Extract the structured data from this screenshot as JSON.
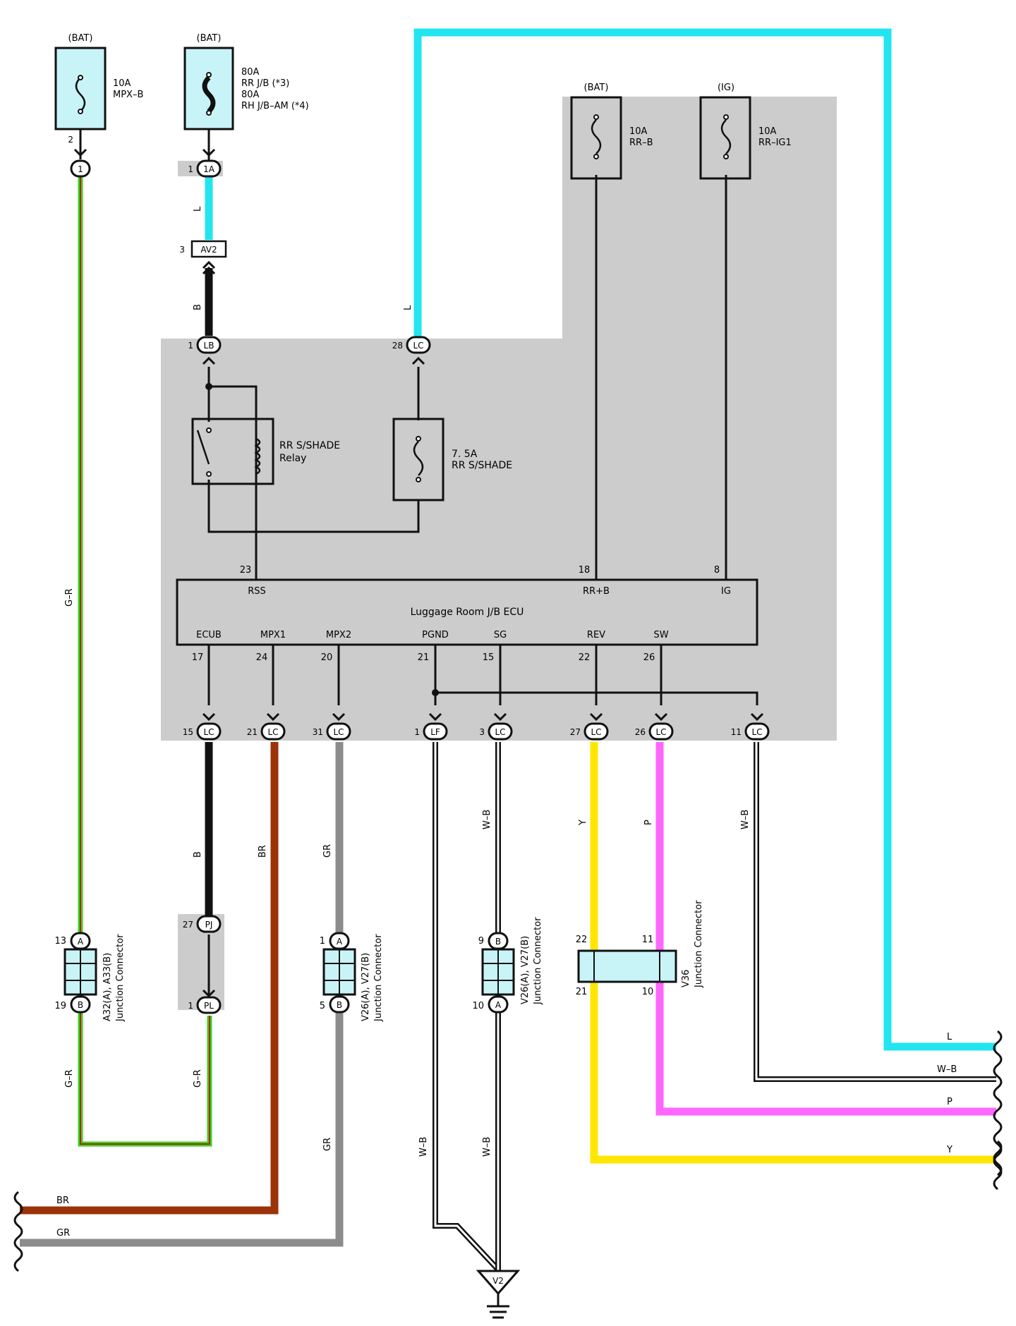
{
  "fuses": [
    {
      "id": "fuse-mpx-b",
      "source": "(BAT)",
      "lines": [
        "10A",
        "MPX–B"
      ],
      "pin": "2"
    },
    {
      "id": "fuse-rr-jb",
      "source": "(BAT)",
      "lines": [
        "80A",
        "RR J/B (*3)",
        "80A",
        "RH J/B–AM (*4)"
      ]
    },
    {
      "id": "fuse-rr-b",
      "source": "(BAT)",
      "lines": [
        "10A",
        "RR–B"
      ]
    },
    {
      "id": "fuse-rr-ig1",
      "source": "(IG)",
      "lines": [
        "10A",
        "RR–IG1"
      ]
    },
    {
      "id": "fuse-rr-sshade",
      "lines": [
        "7. 5A",
        "RR S/SHADE"
      ]
    }
  ],
  "relay": {
    "lines": [
      "RR S/SHADE",
      "Relay"
    ]
  },
  "ecu": {
    "name": "Luggage Room J/B ECU",
    "top_terminals": [
      {
        "pin": "23",
        "name": "RSS"
      },
      {
        "pin": "18",
        "name": "RR+B"
      },
      {
        "pin": "8",
        "name": "IG"
      }
    ],
    "bottom_terminals": [
      {
        "pin": "17",
        "name": "ECUB"
      },
      {
        "pin": "24",
        "name": "MPX1"
      },
      {
        "pin": "20",
        "name": "MPX2"
      },
      {
        "pin": "21",
        "name": "PGND"
      },
      {
        "pin": "15",
        "name": "SG"
      },
      {
        "pin": "22",
        "name": "REV"
      },
      {
        "pin": "26",
        "name": "SW"
      }
    ]
  },
  "connectors": {
    "c1": {
      "pin": "",
      "code": "1"
    },
    "c1a": {
      "pin": "1",
      "code": "1A"
    },
    "av2": {
      "pin": "3",
      "code": "AV2"
    },
    "lb": {
      "pin": "1",
      "code": "LB"
    },
    "lc28": {
      "pin": "28",
      "code": "LC"
    },
    "lc15": {
      "pin": "15",
      "code": "LC"
    },
    "lc21": {
      "pin": "21",
      "code": "LC"
    },
    "lc31": {
      "pin": "31",
      "code": "LC"
    },
    "lf1": {
      "pin": "1",
      "code": "LF"
    },
    "lc3": {
      "pin": "3",
      "code": "LC"
    },
    "lc27": {
      "pin": "27",
      "code": "LC"
    },
    "lc26": {
      "pin": "26",
      "code": "LC"
    },
    "lc11": {
      "pin": "11",
      "code": "LC"
    },
    "pj": {
      "pin": "27",
      "code": "PJ"
    },
    "pl": {
      "pin": "1",
      "code": "PL"
    }
  },
  "junctions": [
    {
      "id": "a32",
      "lines": [
        "A32(A), A33(B)",
        "Junction Connector"
      ],
      "top_pin": "13",
      "top_code": "A",
      "bottom_pin": "19",
      "bottom_code": "B"
    },
    {
      "id": "v26-left",
      "lines": [
        "V26(A), V27(B)",
        "Junction Connector"
      ],
      "top_pin": "1",
      "top_code": "A",
      "bottom_pin": "5",
      "bottom_code": "B"
    },
    {
      "id": "v26-right",
      "lines": [
        "V26(A), V27(B)",
        "Junction Connector"
      ],
      "top_pin": "9",
      "top_code": "B",
      "bottom_pin": "10",
      "bottom_code": "A"
    },
    {
      "id": "v36",
      "lines": [
        "V36",
        "Junction Connector"
      ],
      "pins": [
        "22",
        "11",
        "21",
        "10"
      ]
    }
  ],
  "ground": "V2",
  "wire_labels": {
    "g_r": "G–R",
    "l": "L",
    "b": "B",
    "br": "BR",
    "gr": "GR",
    "w_b": "W–B",
    "y": "Y",
    "p": "P"
  },
  "colors": {
    "L": "#22e5f0",
    "G": "#22dd22",
    "R": "#dd1111",
    "B": "#111111",
    "BR": "#9b3208",
    "GR": "#8c8c8c",
    "Y": "#ffe600",
    "P": "#ff66ff",
    "W": "#ffffff",
    "junction_fill": "#c8f4f8",
    "jb_bg": "#cccccc"
  }
}
